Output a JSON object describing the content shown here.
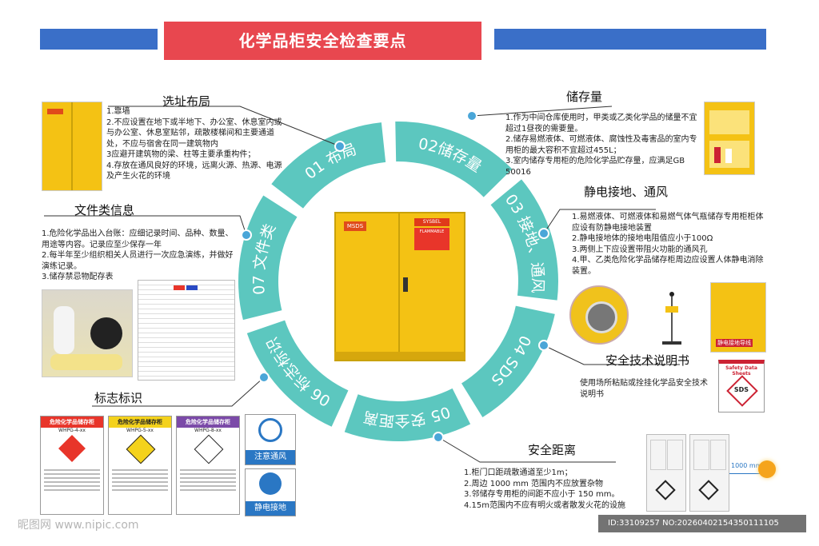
{
  "title": "化学品柜安全检查要点",
  "colors": {
    "teal": "#5cc7bf",
    "red": "#e8474f",
    "blue": "#3a6fc8",
    "dot": "#4aa6d8",
    "cabinet": "#f4c214"
  },
  "ring_labels": [
    "01 布局",
    "02储存量",
    "03 接地、通风",
    "04 SDS",
    "05 安全距离",
    "06 标志标识",
    "07 文件类"
  ],
  "sections": {
    "layout": {
      "title": "选址布局",
      "lines": [
        "1.靠墙",
        "2.不应设置在地下或半地下、办公室、休息室内或与办公室、休息室贴邻，疏散楼梯间和主要通道处，不应与宿舍在同一建筑物内",
        "3应避开建筑物的梁、柱等主要承重构件；",
        "4.存放在通风良好的环境，远离火源、热源、电源及产生火花的环境"
      ]
    },
    "storage": {
      "title": "储存量",
      "lines": [
        "1.作为中间仓库使用时，甲类或乙类化学品的储量不宜超过1昼夜的需要量。",
        "2.储存易燃液体、可燃液体、腐蚀性及毒害品的室内专用柜的最大容积不宜超过455L；",
        "3.室内储存专用柜的危险化学品贮存量，应满足GB 50016"
      ]
    },
    "grounding": {
      "title": "静电接地、通风",
      "lines": [
        "1.易燃液体、可燃液体和易燃气体气瓶储存专用柜柜体应设有防静电接地装置",
        "2.静电接地体的接地电阻值应小于100Ω",
        "3.两侧上下应设置带阻火功能的通风孔",
        "4.甲、乙类危险化学品储存柜周边应设置人体静电消除装置。"
      ],
      "photo_caption": "静电接地导线"
    },
    "sds": {
      "title": "安全技术说明书",
      "lines": [
        "使用场所粘贴或拴挂化学品安全技术说明书"
      ],
      "book_title": "Safety Data Sheets",
      "book_badge": "SDS"
    },
    "distance": {
      "title": "安全距离",
      "lines": [
        "1.柜门口距疏散通道至少1m；",
        "2.周边 1000 mm 范围内不应放置杂物",
        "3.邻储存专用柜的间距不应小于 150 mm。",
        "4.15m范围内不应有明火或者散发火花的设施"
      ],
      "measure": "1000 mm"
    },
    "signs": {
      "title": "标志标识",
      "sign_cards": [
        {
          "header": "危险化学品储存柜",
          "sub": "WHPG-4-xx"
        },
        {
          "header": "危险化学品储存柜",
          "sub": "WHPG-5-xx"
        },
        {
          "header": "危险化学品储存柜",
          "sub": "WHPG-8-xx"
        }
      ],
      "notice_vent": "注意通风",
      "notice_ground": "静电接地"
    },
    "docs": {
      "title": "文件类信息",
      "lines": [
        "1.危险化学品出入台账：应细记录时间、品种、数量、用途等内容。记录应至少保存一年",
        "2.每半年至少组织相关人员进行一次应急演练，并做好演练记录。",
        "3.储存禁忌物配存表"
      ]
    }
  },
  "center_cabinet": {
    "label_left": "MSDS",
    "label_right": "SYSBEL",
    "warn": "FLAMMABLE"
  },
  "watermark": {
    "left": "昵图网 www.nipic.com",
    "right": "ID:33109257 NO:20260402154350111105"
  }
}
